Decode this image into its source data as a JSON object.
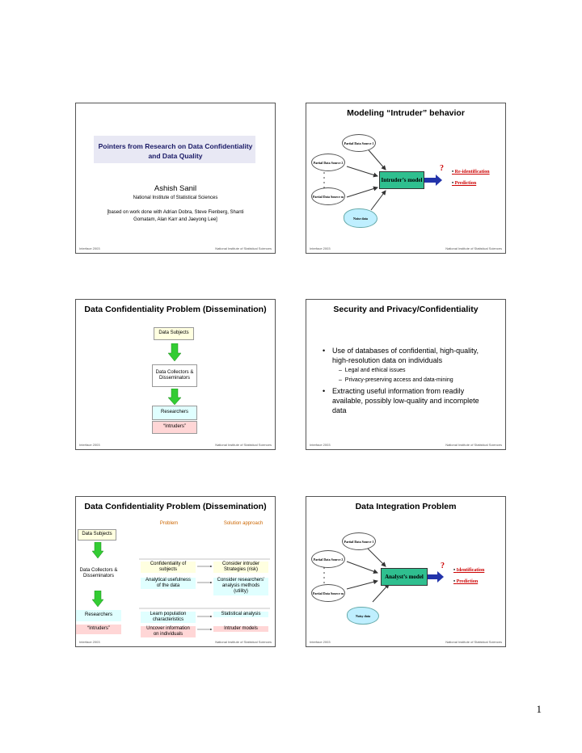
{
  "footer": {
    "left": "Interface 2003",
    "right": "National Institute of Statistical Sciences"
  },
  "slide1": {
    "title_line1": "Pointers from Research on Data Confidentiality",
    "title_line2": "and Data Quality",
    "author": "Ashish Sanil",
    "affiliation": "National Institute of Statistical Sciences",
    "credits_line1": "[based on work done with Adrian Dobra, Steve Fienberg, Shanti",
    "credits_line2": "Gomatam, Alan Karr and Jaeyong Lee]"
  },
  "slide2": {
    "title": "Modeling “Intruder” behavior",
    "source1": "Partial Data Source 1",
    "source2": "Partial Data Source 2",
    "sourcem": "Partial Data Source m",
    "noise": "Noise data",
    "model": "Intruder’s model",
    "question": "?",
    "out1": "Re-identification",
    "out2": "Prediction"
  },
  "slide3": {
    "title": "Data Confidentiality Problem (Dissemination)",
    "subjects": "Data Subjects",
    "collectors_line1": "Data Collectors &",
    "collectors_line2": "Disseminators",
    "researchers": "Researchers",
    "intruders": "“Intruders”"
  },
  "slide4": {
    "title": "Security and Privacy/Confidentiality",
    "bullet1_l1": "Use of databases of confidential, high-quality,",
    "bullet1_l2": "high-resolution data on individuals",
    "sub1": "Legal and ethical issues",
    "sub2": "Privacy-preserving access and data-mining",
    "bullet2_l1": "Extracting useful information from readily",
    "bullet2_l2": "available, possibly low-quality and incomplete",
    "bullet2_l3": "data"
  },
  "slide5": {
    "title": "Data Confidentiality Problem (Dissemination)",
    "col_problem": "Problem",
    "col_solution": "Solution approach",
    "subjects": "Data Subjects",
    "collectors_line1": "Data Collectors &",
    "collectors_line2": "Disseminators",
    "researchers": "Researchers",
    "intruders": "“Intruders”",
    "p1_l1": "Confidentiality of",
    "p1_l2": "subjects",
    "s1_l1": "Consider intruder",
    "s1_l2": "Strategies (risk)",
    "p2_l1": "Analytical usefulness",
    "p2_l2": "of the data",
    "s2_l1": "Consider researchers’",
    "s2_l2": "analysis methods",
    "s2_l3": "(utility)",
    "p3_l1": "Learn population",
    "p3_l2": "characteristics",
    "s3": "Statistical analysis",
    "p4_l1": "Uncover information",
    "p4_l2": "on individuals",
    "s4": "Intruder models"
  },
  "slide6": {
    "title": "Data Integration Problem",
    "source1": "Partial Data Source 1",
    "source2": "Partial Data Source 2",
    "sourcem": "Partial Data Source m",
    "noise": "Noisy data",
    "model": "Analyst’s model",
    "question": "?",
    "out1": "Identification",
    "out2": "Prediction"
  },
  "page_number": "1",
  "colors": {
    "model_green": "#2fbf8f",
    "red": "#cc0000",
    "subjects_yellow": "#ffffe0",
    "researchers_cyan": "#e0ffff",
    "intruders_pink": "#ffd6d6",
    "arrow_green": "#33cc33"
  }
}
